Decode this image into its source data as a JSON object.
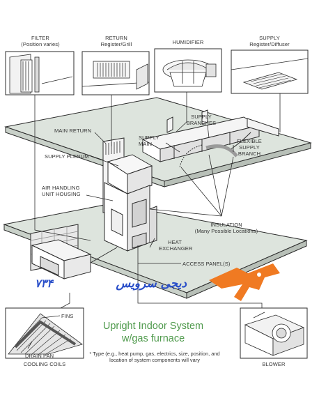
{
  "diagram": {
    "title": "Upright Indoor System",
    "subtitle": "w/gas furnace",
    "footnote": "* Type (e.g., heat pump, gas, electrics, size, position, and location of system components will vary",
    "labels": {
      "filter": "FILTER",
      "filter_note": "(Position varies)",
      "return": "RETURN",
      "return_note": "Register/Grill",
      "humidifier": "HUMIDIFIER",
      "supply": "SUPPLY",
      "supply_note": "Register/Diffuser",
      "supply_branches": "SUPPLY BRANCHES",
      "main_return": "MAIN RETURN",
      "supply_main": "SUPPLY MAIN",
      "flexible_supply_branch": "FLEXIBLE SUPPLY BRANCH",
      "supply_plenum": "SUPPLY PLENUM",
      "air_handling_unit_housing": "AIR HANDLING UNIT HOUSING",
      "insulation": "INSULATION",
      "insulation_note": "(Many Possible Locations)",
      "heat_exchanger": "HEAT EXCHANGER",
      "access_panels": "ACCESS PANEL(S)",
      "fins": "FINS",
      "drain_pan": "DRAIN PAN",
      "cooling_coils": "COOLING COILS",
      "blower": "BLOWER"
    },
    "watermark": {
      "text": "دیجی سرویس",
      "code": "۷۳۴",
      "color": "#2a4fc9",
      "logo_color": "#f07a22"
    },
    "colors": {
      "floor": "#dde4dd",
      "line": "#2b2b2b",
      "title": "#4f9a4c",
      "brick": "#8a8a8a"
    }
  }
}
